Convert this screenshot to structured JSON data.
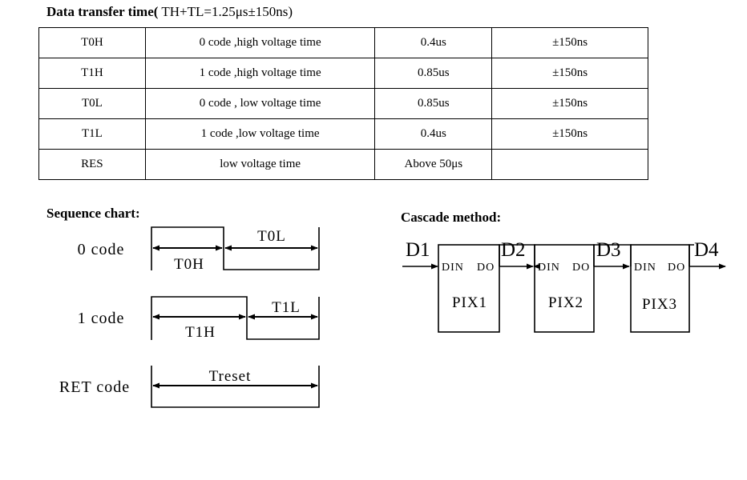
{
  "title": {
    "bold": "Data transfer time(",
    "normal": " TH+TL=1.25μs±150ns)"
  },
  "table": {
    "rows": [
      [
        "T0H",
        "0 code ,high voltage time",
        "0.4us",
        "±150ns"
      ],
      [
        "T1H",
        "1 code ,high voltage time",
        "0.85us",
        "±150ns"
      ],
      [
        "T0L",
        "0 code , low voltage time",
        "0.85us",
        "±150ns"
      ],
      [
        "T1L",
        "1 code ,low voltage time",
        "0.4us",
        "±150ns"
      ],
      [
        "RES",
        "low voltage time",
        "Above 50μs",
        ""
      ]
    ]
  },
  "sequence": {
    "title": "Sequence chart:",
    "zero_code": {
      "label": "0 code",
      "high": "T0H",
      "low": "T0L"
    },
    "one_code": {
      "label": "1 code",
      "high": "T1H",
      "low": "T1L"
    },
    "ret_code": {
      "label": "RET code",
      "reset": "Treset"
    }
  },
  "cascade": {
    "title": "Cascade method:",
    "signals": [
      "D1",
      "D2",
      "D3",
      "D4"
    ],
    "din": "DIN",
    "do": "DO",
    "chips": [
      "PIX1",
      "PIX2",
      "PIX3"
    ]
  }
}
